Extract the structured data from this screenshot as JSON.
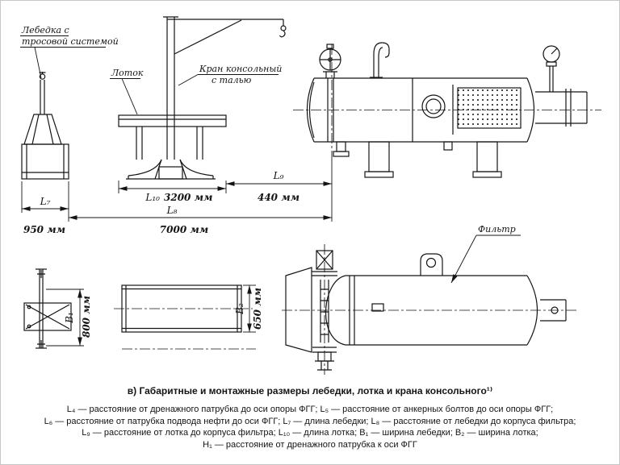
{
  "page": {
    "background": "#ffffff",
    "line_color": "#141414"
  },
  "labels": {
    "winch_line1": "Лебедка с",
    "winch_line2": "тросовой системой",
    "tray": "Лоток",
    "crane_line1": "Кран консольный",
    "crane_line2": "с талью",
    "filter": "Фильтр"
  },
  "dimensions": {
    "l7": "L₇",
    "l8": "L₈",
    "l9": "L₉",
    "l10": "L₁₀",
    "l10_value": "3200 мм",
    "winch_length": "950 мм",
    "span_length": "7000 мм",
    "l9_value": "440 мм",
    "b1": "B₁",
    "b1_value": "800 мм",
    "b2": "B₂",
    "b2_value": "650 мм"
  },
  "caption": "в) Габаритные и монтажные размеры лебедки, лотка и крана консольного¹⁾",
  "legend": {
    "line1": "L₄ — расстояние от дренажного патрубка до оси опоры ФГГ; L₅ — расстояние от анкерных болтов до оси опоры ФГГ;",
    "line2": "L₆ — расстояние от патрубка подвода нефти до оси ФГГ; L₇ — длина лебедки; L₈ — расстояние от лебедки до корпуса фильтра;",
    "line3": "L₉ — расстояние от лотка до корпуса фильтра; L₁₀ — длина лотка; B₁ — ширина лебедки; B₂ — ширина лотка;",
    "line4": "H₁ — расстояние от дренажного патрубка к оси ФГГ"
  }
}
